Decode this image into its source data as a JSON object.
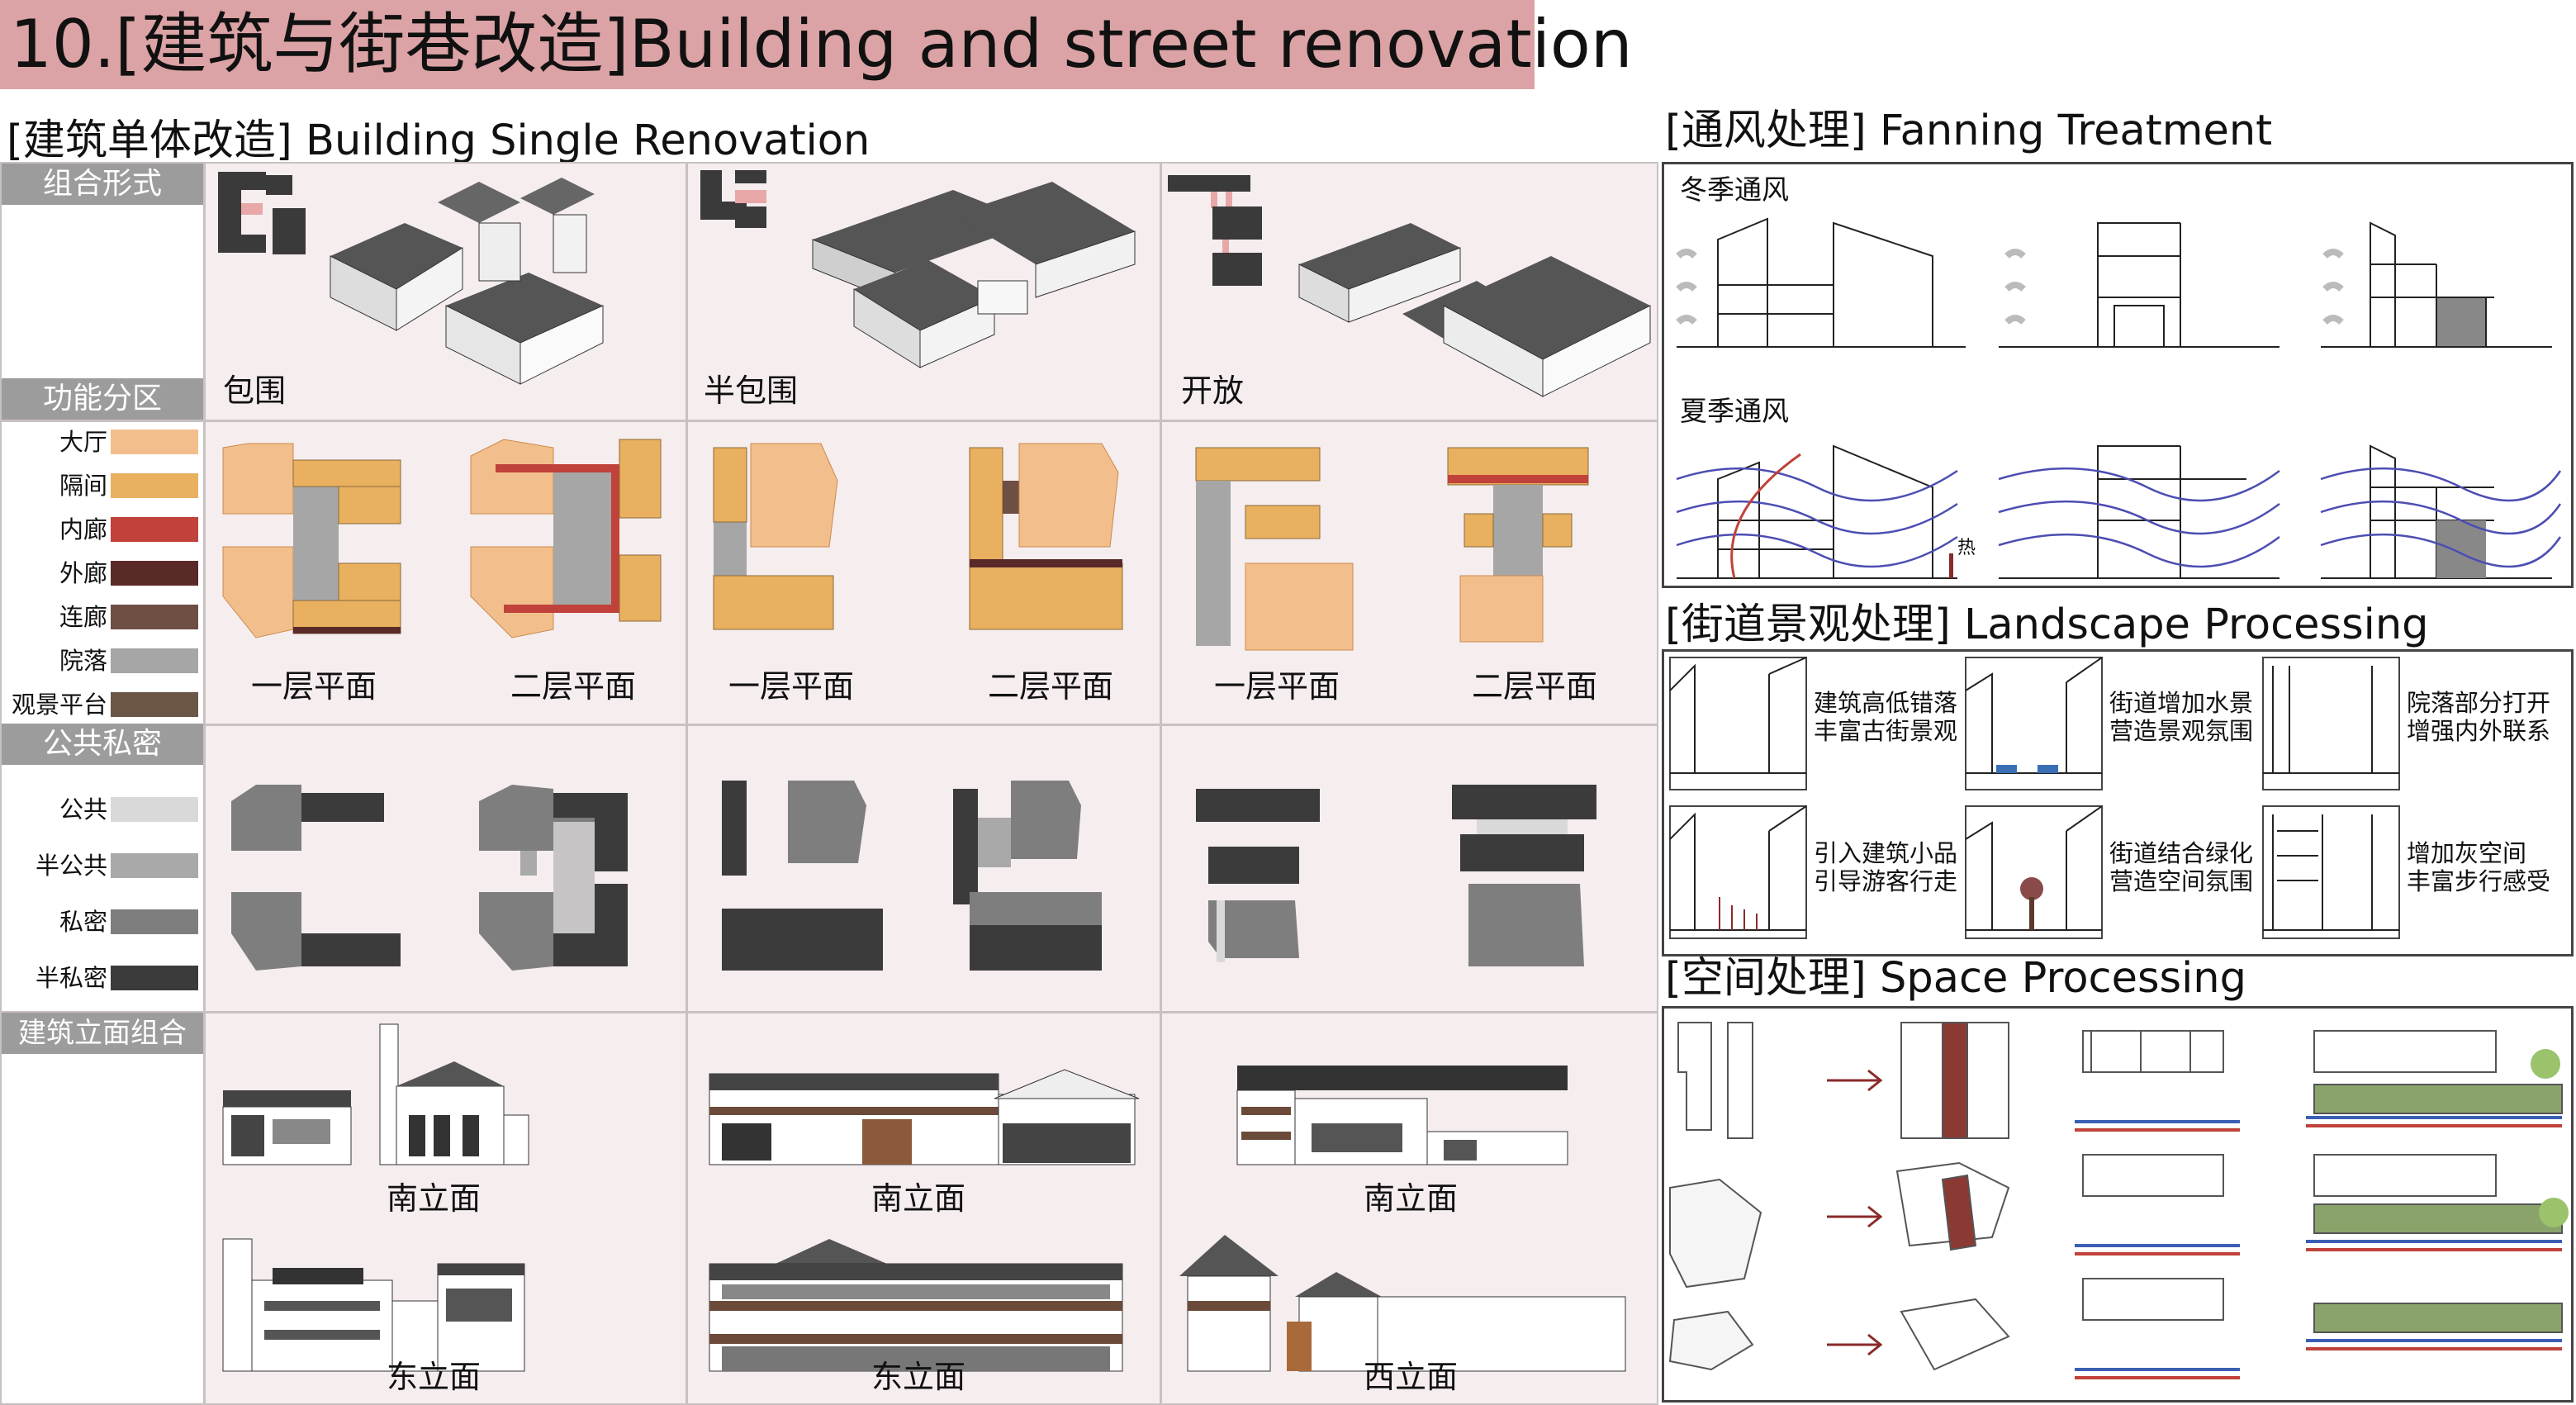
{
  "title": "10.[建筑与街巷改造]Building and street renovation",
  "left_section": {
    "title": "[建筑单体改造] Building Single Renovation",
    "row_headers": {
      "combination": "组合形式",
      "function": "功能分区",
      "privacy": "公共私密",
      "elevation": "建筑立面组合"
    },
    "combination_labels": [
      "包围",
      "半包围",
      "开放"
    ],
    "function_legend": [
      {
        "label": "大厅",
        "color": "#f2bf8c"
      },
      {
        "label": "隔间",
        "color": "#e8b05f"
      },
      {
        "label": "内廊",
        "color": "#c0423a"
      },
      {
        "label": "外廊",
        "color": "#5a2a28"
      },
      {
        "label": "连廊",
        "color": "#6e4f43"
      },
      {
        "label": "院落",
        "color": "#a6a6a6"
      },
      {
        "label": "观景平台",
        "color": "#6b5646"
      }
    ],
    "plan_labels": [
      "一层平面",
      "二层平面",
      "一层平面",
      "二层平面",
      "一层平面",
      "二层平面"
    ],
    "privacy_legend": [
      {
        "label": "公共",
        "color": "#d9d9d9"
      },
      {
        "label": "半公共",
        "color": "#a9a9a9"
      },
      {
        "label": "私密",
        "color": "#7e7e7e"
      },
      {
        "label": "半私密",
        "color": "#3b3b3b"
      }
    ],
    "elevation_labels": [
      "南立面",
      "东立面",
      "南立面",
      "东立面",
      "南立面",
      "西立面"
    ]
  },
  "fanning": {
    "title": "[通风处理] Fanning Treatment",
    "winter": "冬季通风",
    "summer": "夏季通风",
    "heat": "热"
  },
  "landscape": {
    "title": "[街道景观处理] Landscape Processing",
    "items": [
      [
        "建筑高低错落",
        "丰富古街景观"
      ],
      [
        "街道增加水景",
        "营造景观氛围"
      ],
      [
        "院落部分打开",
        "增强内外联系"
      ],
      [
        "引入建筑小品",
        "引导游客行走"
      ],
      [
        "街道结合绿化",
        "营造空间氛围"
      ],
      [
        "增加灰空间",
        "丰富步行感受"
      ]
    ]
  },
  "space": {
    "title": "[空间处理] Space Processing"
  },
  "colors": {
    "title_bg": "#dba3a5",
    "panel_bg": "#f6edef",
    "row_header_bg": "#9c9c9c",
    "roof": "#555555",
    "arrow": "#8b2a2a",
    "wind": "#4d4db3"
  }
}
